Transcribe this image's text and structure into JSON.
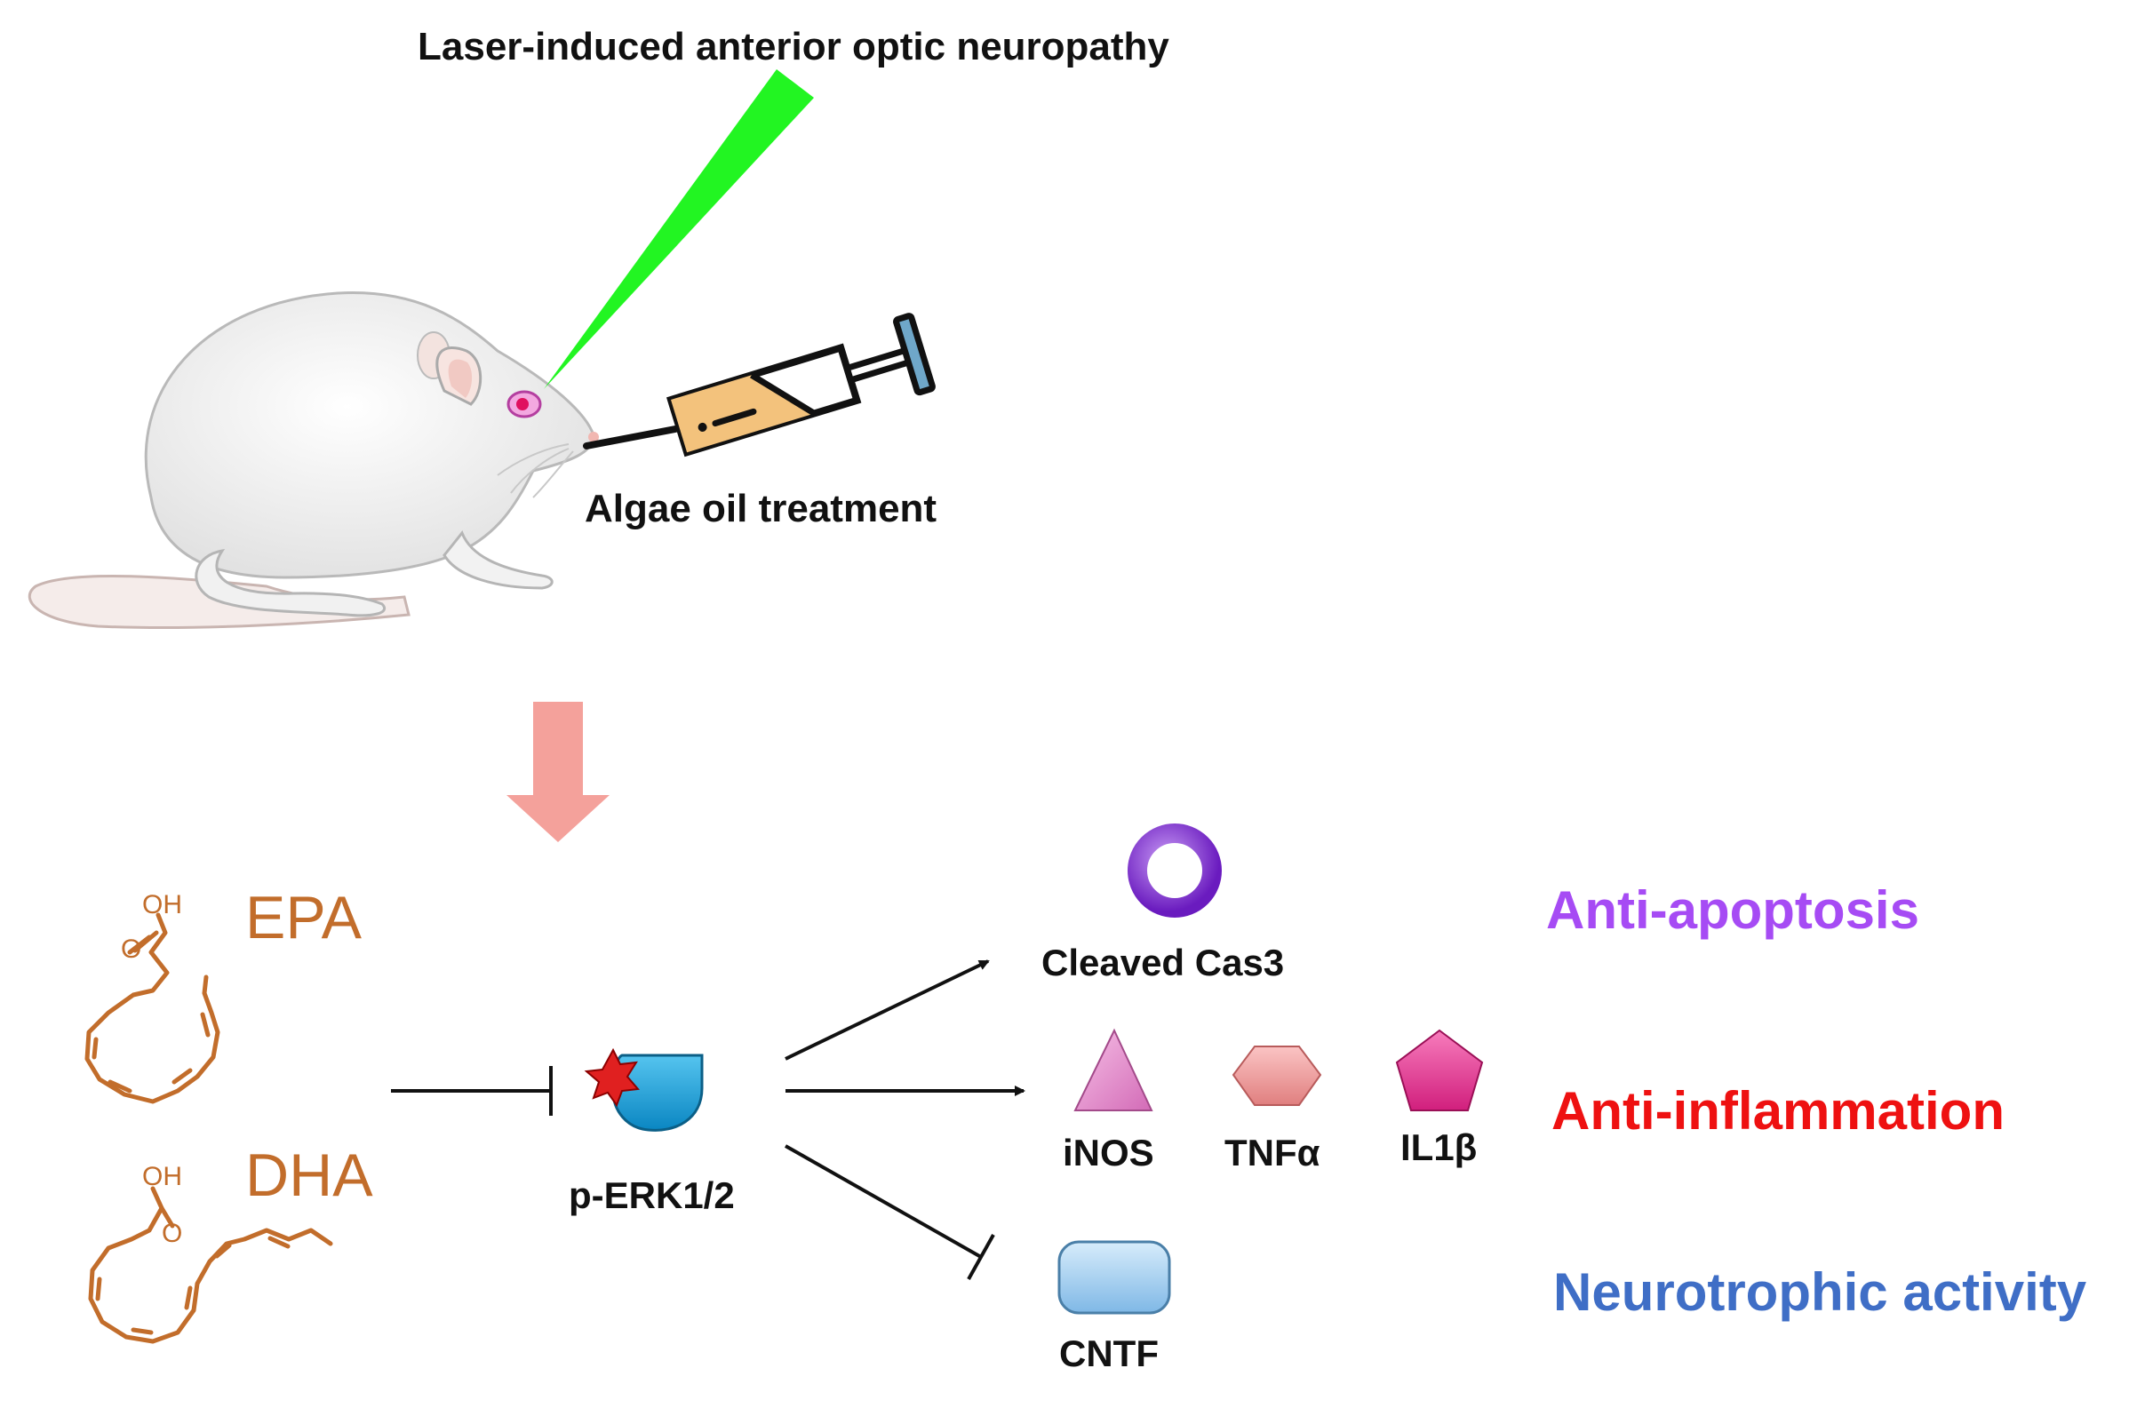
{
  "labels": {
    "laser": "Laser-induced anterior optic neuropathy",
    "treatment": "Algae oil treatment",
    "epa": "EPA",
    "dha": "DHA",
    "oh": "OH",
    "o": "O",
    "perk": "p-ERK1/2",
    "cas3": "Cleaved Cas3",
    "inos": "iNOS",
    "tnfa": "TNFα",
    "il1b": "IL1β",
    "cntf": "CNTF"
  },
  "outcomes": {
    "apoptosis": "Anti-apoptosis",
    "inflammation": "Anti-inflammation",
    "neurotrophic": "Neurotrophic activity"
  },
  "colors": {
    "laser": "#22f522",
    "down_arrow": "#f4a19b",
    "molecule": "#c26d2b",
    "erk": "#1aa3d9",
    "erk_star": "#e02020",
    "cas3": "#8a2be2",
    "inos": "#e98bd0",
    "tnfa": "#f29a9a",
    "il1b": "#e8308f",
    "cntf": "#9ccbf0",
    "apoptosis": "#a64bf4",
    "inflammation": "#ee1111",
    "neurotrophic": "#3f6ec6",
    "syringe_fluid": "#f3c27c"
  }
}
